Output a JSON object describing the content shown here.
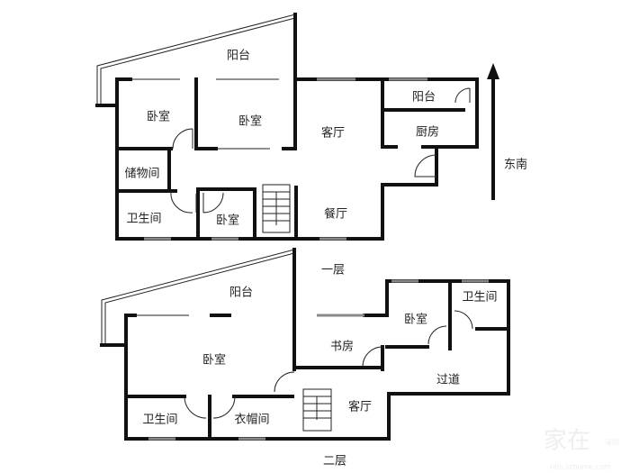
{
  "floor1": {
    "label": "一层",
    "rooms": {
      "balcony_main": "阳台",
      "bedroom_left": "卧室",
      "bedroom_mid": "卧室",
      "living_room": "客厅",
      "balcony_small": "阳台",
      "kitchen": "厨房",
      "storage": "储物间",
      "bathroom": "卫生间",
      "bedroom_small": "卧室",
      "dining_room": "餐厅"
    }
  },
  "floor2": {
    "label": "二层",
    "rooms": {
      "balcony": "阳台",
      "master_bedroom": "卧室",
      "study": "书房",
      "bedroom": "卧室",
      "bathroom_right": "卫生间",
      "corridor": "过道",
      "living_room": "客厅",
      "bathroom_left": "卫生间",
      "cloakroom": "衣帽间"
    }
  },
  "orientation": "东南",
  "watermark": {
    "brand": "家在",
    "city": "深圳",
    "site": "bbs.szhome.com"
  }
}
